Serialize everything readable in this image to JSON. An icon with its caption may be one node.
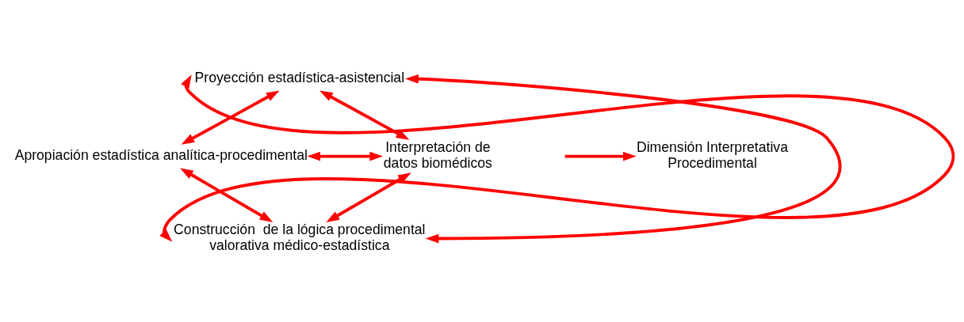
{
  "diagram": {
    "nodes": [
      {
        "text": [
          "Proyección estadística-asistencial"
        ]
      },
      {
        "text": [
          "Apropiación estadística analítica-procedimental"
        ]
      },
      {
        "text": [
          "Interpretación de datos biomédicos"
        ]
      },
      {
        "text": [
          "Construcción  de la lógica procedimental valorativa médico-estadística"
        ]
      },
      {
        "text": [
          "Dimensión Interpretativa Procedimental"
        ]
      }
    ],
    "edges": [
      {
        "from": 0,
        "to": 1,
        "arrow": "both"
      },
      {
        "from": 0,
        "to": 2,
        "arrow": "both"
      },
      {
        "from": 1,
        "to": 2,
        "arrow": "both"
      },
      {
        "from": 1,
        "to": 3,
        "arrow": "both"
      },
      {
        "from": 2,
        "to": 3,
        "arrow": "both"
      },
      {
        "from": 3,
        "to": 0,
        "arrow": "both"
      },
      {
        "from": 0,
        "to": 3,
        "arrow": "both"
      },
      {
        "from": null,
        "to": 4,
        "arrow": "to"
      }
    ]
  }
}
